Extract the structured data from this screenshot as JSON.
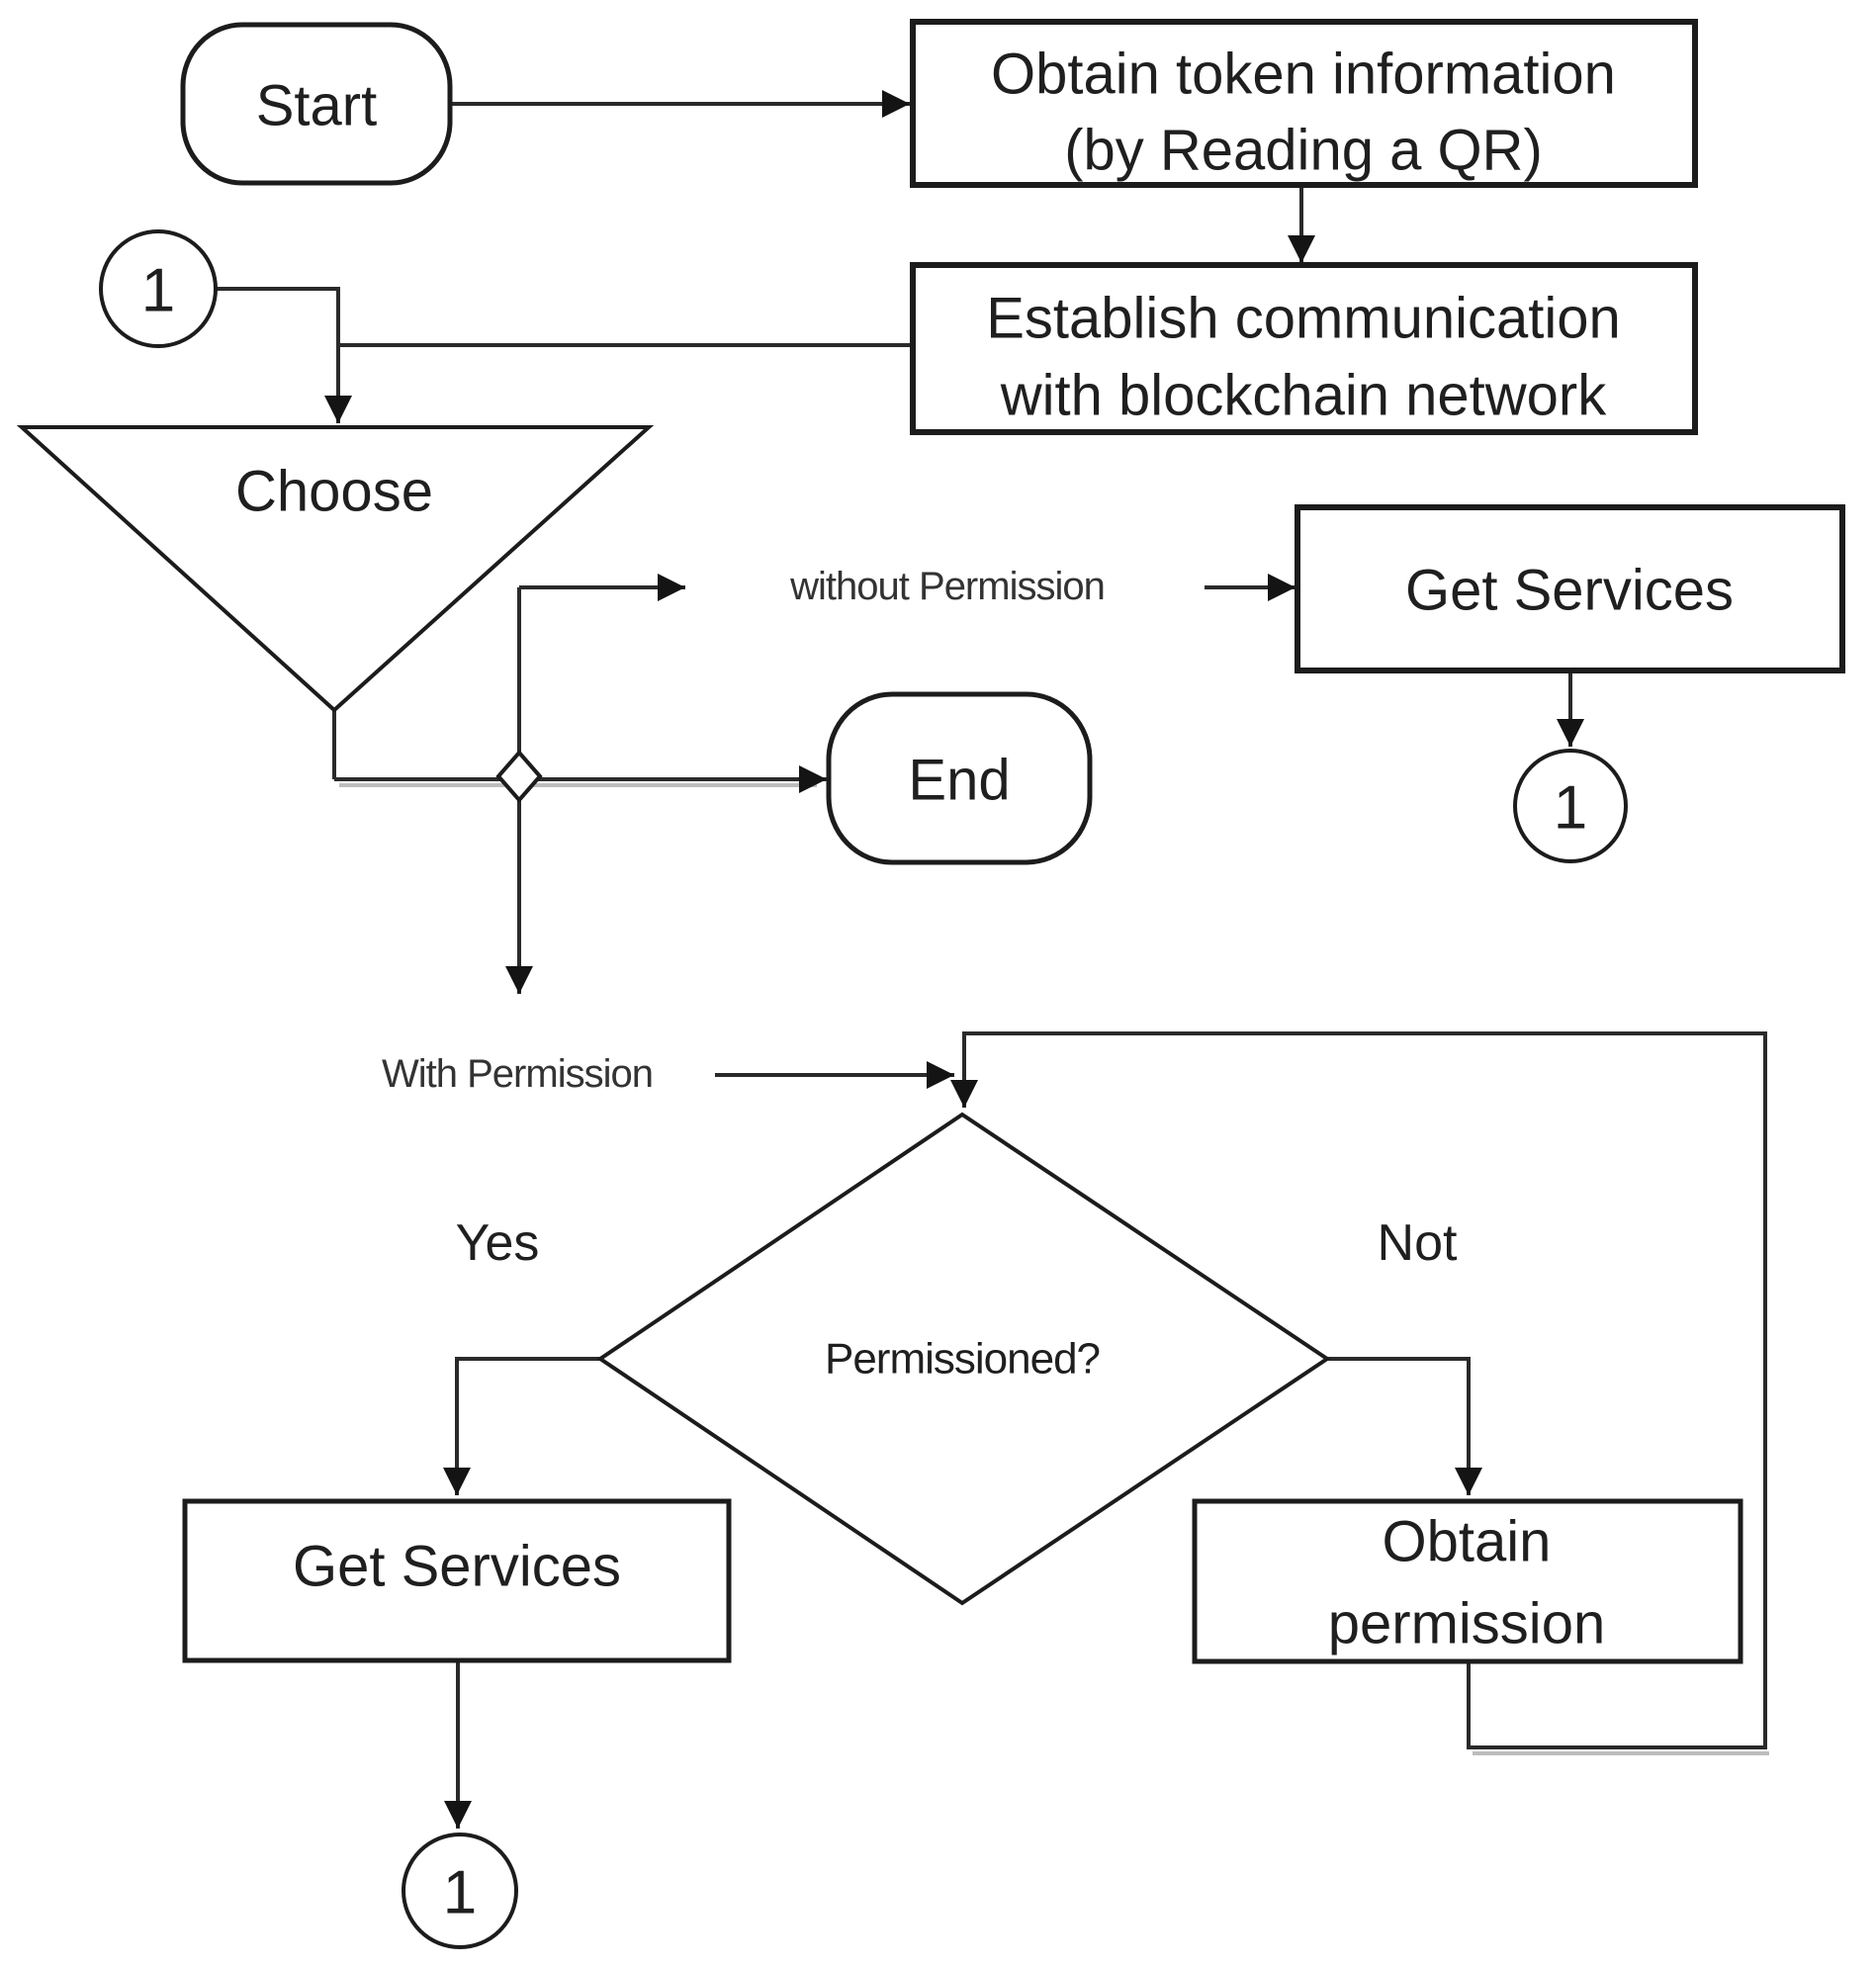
{
  "colors": {
    "background": "#ffffff",
    "ink": "#212121"
  },
  "nodes": {
    "start": {
      "label": "Start"
    },
    "obtain_token": {
      "line1": "Obtain token information",
      "line2": "(by Reading a QR)"
    },
    "establish_communication": {
      "line1": "Establish communication",
      "line2": "with blockchain network"
    },
    "choose": {
      "label": "Choose"
    },
    "end": {
      "label": "End"
    },
    "get_services_right": {
      "label": "Get Services"
    },
    "get_services_bottom": {
      "label": "Get Services"
    },
    "obtain_permission": {
      "line1": "Obtain",
      "line2": "permission"
    },
    "permissioned": {
      "label": "Permissioned?"
    },
    "connector_top": {
      "label": "1"
    },
    "connector_right": {
      "label": "1"
    },
    "connector_bottom": {
      "label": "1"
    }
  },
  "edge_labels": {
    "without_permission": "without Permission",
    "with_permission": "With Permission",
    "yes": "Yes",
    "not": "Not"
  }
}
